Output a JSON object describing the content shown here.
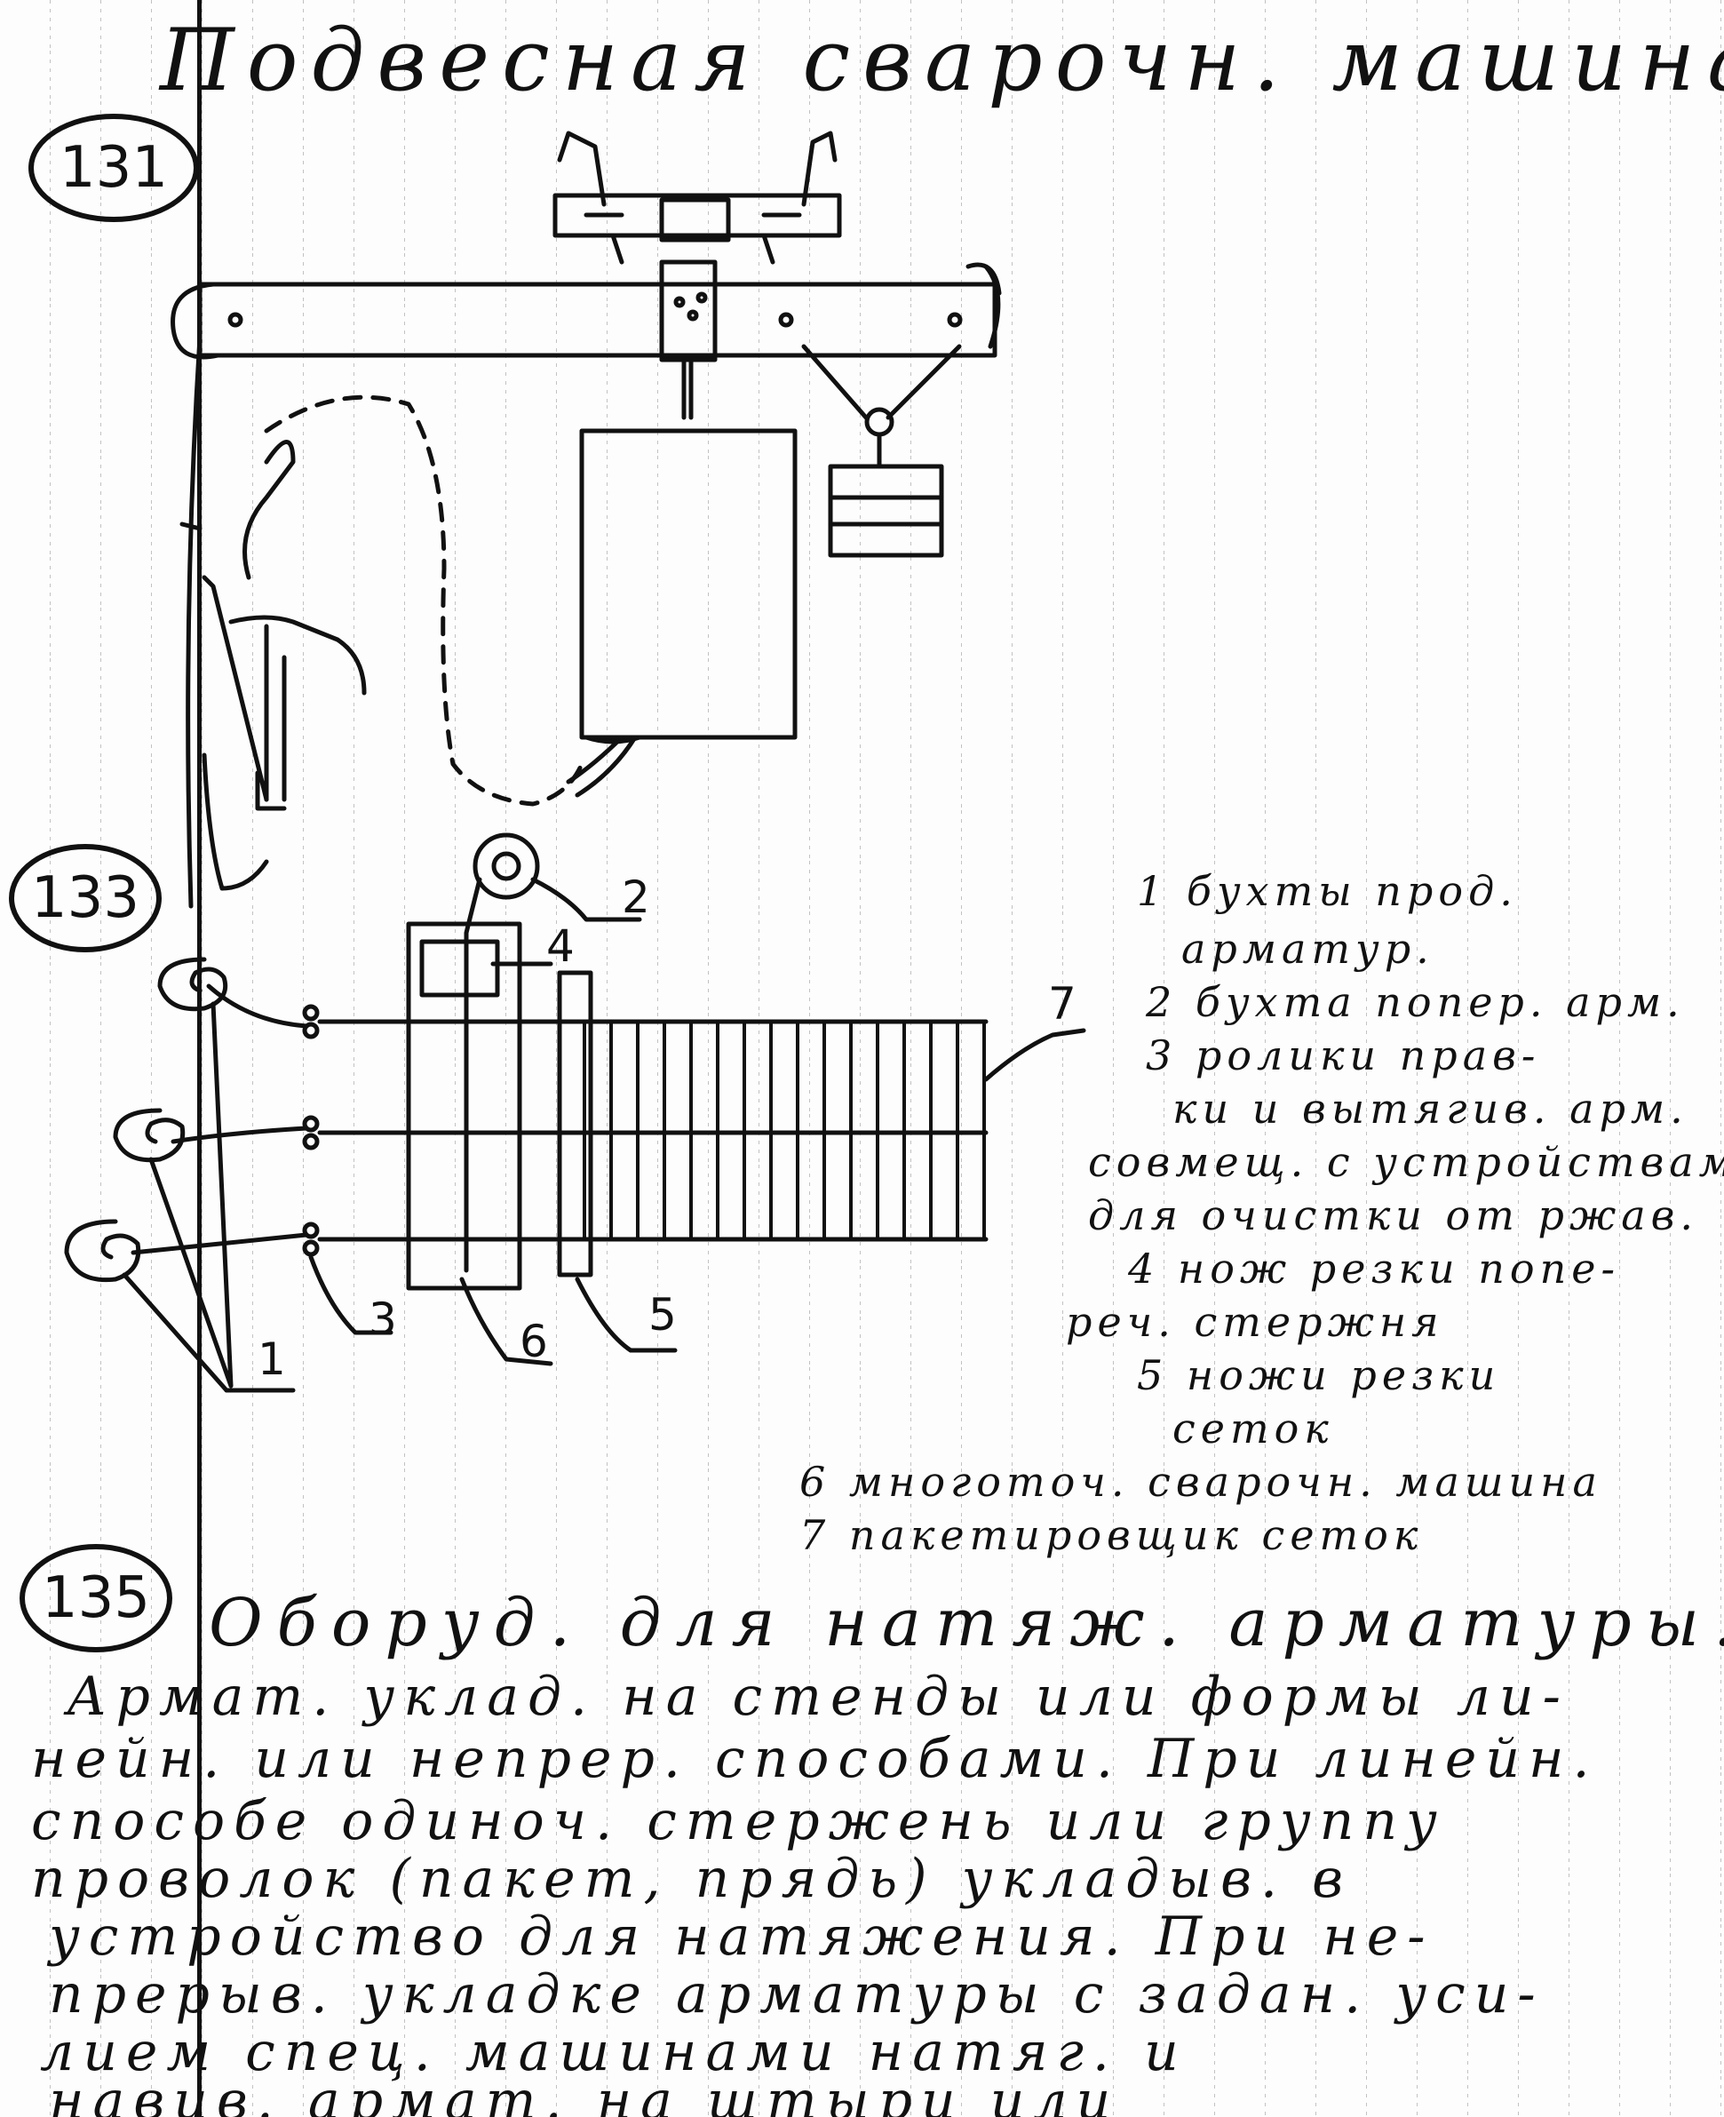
{
  "title": "Подвесная сварочн. машина",
  "badges": {
    "fig131": "131",
    "fig133": "133",
    "fig135": "135"
  },
  "diagram_labels": {
    "l1": "1",
    "l2": "2",
    "l3": "3",
    "l4": "4",
    "l5": "5",
    "l6": "6",
    "l7": "7"
  },
  "legend": [
    "1  бухты прод.",
    "арматур.",
    "2  бухта попер. арм.",
    "3  ролики прав-",
    "ки  и вытягив. арм.",
    "совмещ. с устройствами",
    "для очистки от ржав.",
    "4 нож резки попе-",
    "реч. стержня",
    "5  ножи резки",
    "сеток",
    "6  многоточ. сварочн. машина",
    "7  пакетировщик сеток"
  ],
  "section135": {
    "heading": "Оборуд. для натяж. арматуры.",
    "lines": [
      "Армат. уклад. на стенды или формы ли-",
      "нейн. или непрер. способами. При линейн.",
      "способе одиноч. стержень или группу",
      "проволок (пакет, прядь) укладыв. в",
      "устройство для натяжения. При не-",
      "прерыв. укладке арматуры с задан. уси-",
      "лием спец. машинами натяг. и",
      "навив. армат. на штыри или"
    ]
  }
}
